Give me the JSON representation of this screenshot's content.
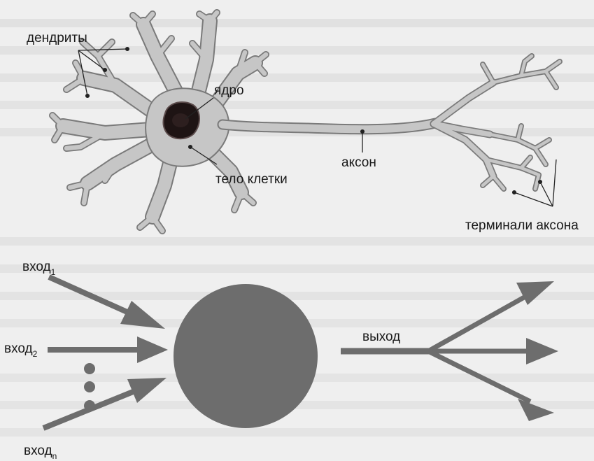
{
  "neuron": {
    "labels": {
      "dendrites": "дендриты",
      "nucleus": "ядро",
      "cell_body": "тело клетки",
      "axon": "аксон",
      "axon_terminals": "терминали аксона"
    }
  },
  "model": {
    "inputs": [
      {
        "base": "вход",
        "sub": "1"
      },
      {
        "base": "вход",
        "sub": "2"
      },
      {
        "base": "вход",
        "sub": "n"
      }
    ],
    "output": "выход"
  },
  "colors": {
    "background": "#efefef",
    "cell_fill": "#c6c6c6",
    "cell_outline": "#7a7a7a",
    "nucleus": "#1e1414",
    "model_gray": "#6d6d6d",
    "leader_line": "#222222"
  }
}
